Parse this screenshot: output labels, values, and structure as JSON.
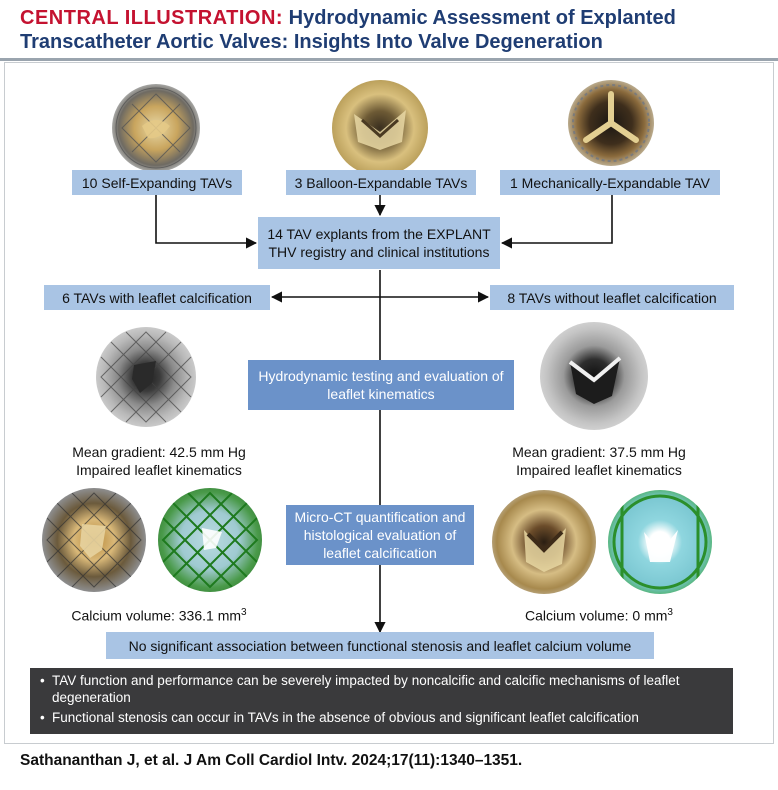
{
  "header": {
    "title_lead": "CENTRAL ILLUSTRATION:",
    "title_rest": " Hydrodynamic Assessment of Explanted Transcatheter Aortic Valves: Insights Into Valve Degeneration"
  },
  "boxes": {
    "self_expanding": "10 Self-Expanding TAVs",
    "balloon_expandable": "3 Balloon-Expandable TAVs",
    "mechanically_expandable": "1 Mechanically-Expandable TAV",
    "explants": "14 TAV explants from the EXPLANT THV registry and clinical institutions",
    "with_calcification": "6 TAVs with leaflet calcification",
    "without_calcification": "8 TAVs without leaflet calcification",
    "hydrodynamic": "Hydrodynamic testing and evaluation of leaflet kinematics",
    "micro_ct": "Micro-CT quantification and histological evaluation of leaflet calcification",
    "conclusion": "No significant association between functional stenosis and leaflet calcium volume"
  },
  "left_results": {
    "gradient": "Mean gradient: 42.5 mm Hg",
    "kinematics": "Impaired leaflet kinematics",
    "calcium_label": "Calcium volume: 336.1 mm",
    "calcium_sup": "3"
  },
  "right_results": {
    "gradient": "Mean gradient: 37.5 mm Hg",
    "kinematics": "Impaired leaflet kinematics",
    "calcium_label": "Calcium volume: 0 mm",
    "calcium_sup": "3"
  },
  "bullets": [
    "TAV function and performance can be severely impacted by noncalcific and calcific mechanisms of leaflet degeneration",
    "Functional stenosis can occur in TAVs in the absence of obvious and significant leaflet calcification"
  ],
  "bullet_glyph": "•",
  "citation": "Sathananthan J, et al. J Am Coll Cardiol Intv. 2024;17(11):1340–1351.",
  "colors": {
    "box_light": "#a9c4e4",
    "box_dark": "#6b92c9",
    "title_red": "#c41230",
    "title_blue": "#1f3d73",
    "bullet_bg": "#3a3a3c",
    "frame_green": "#3aa83a",
    "tissue_cyan": "#8fd6df"
  }
}
